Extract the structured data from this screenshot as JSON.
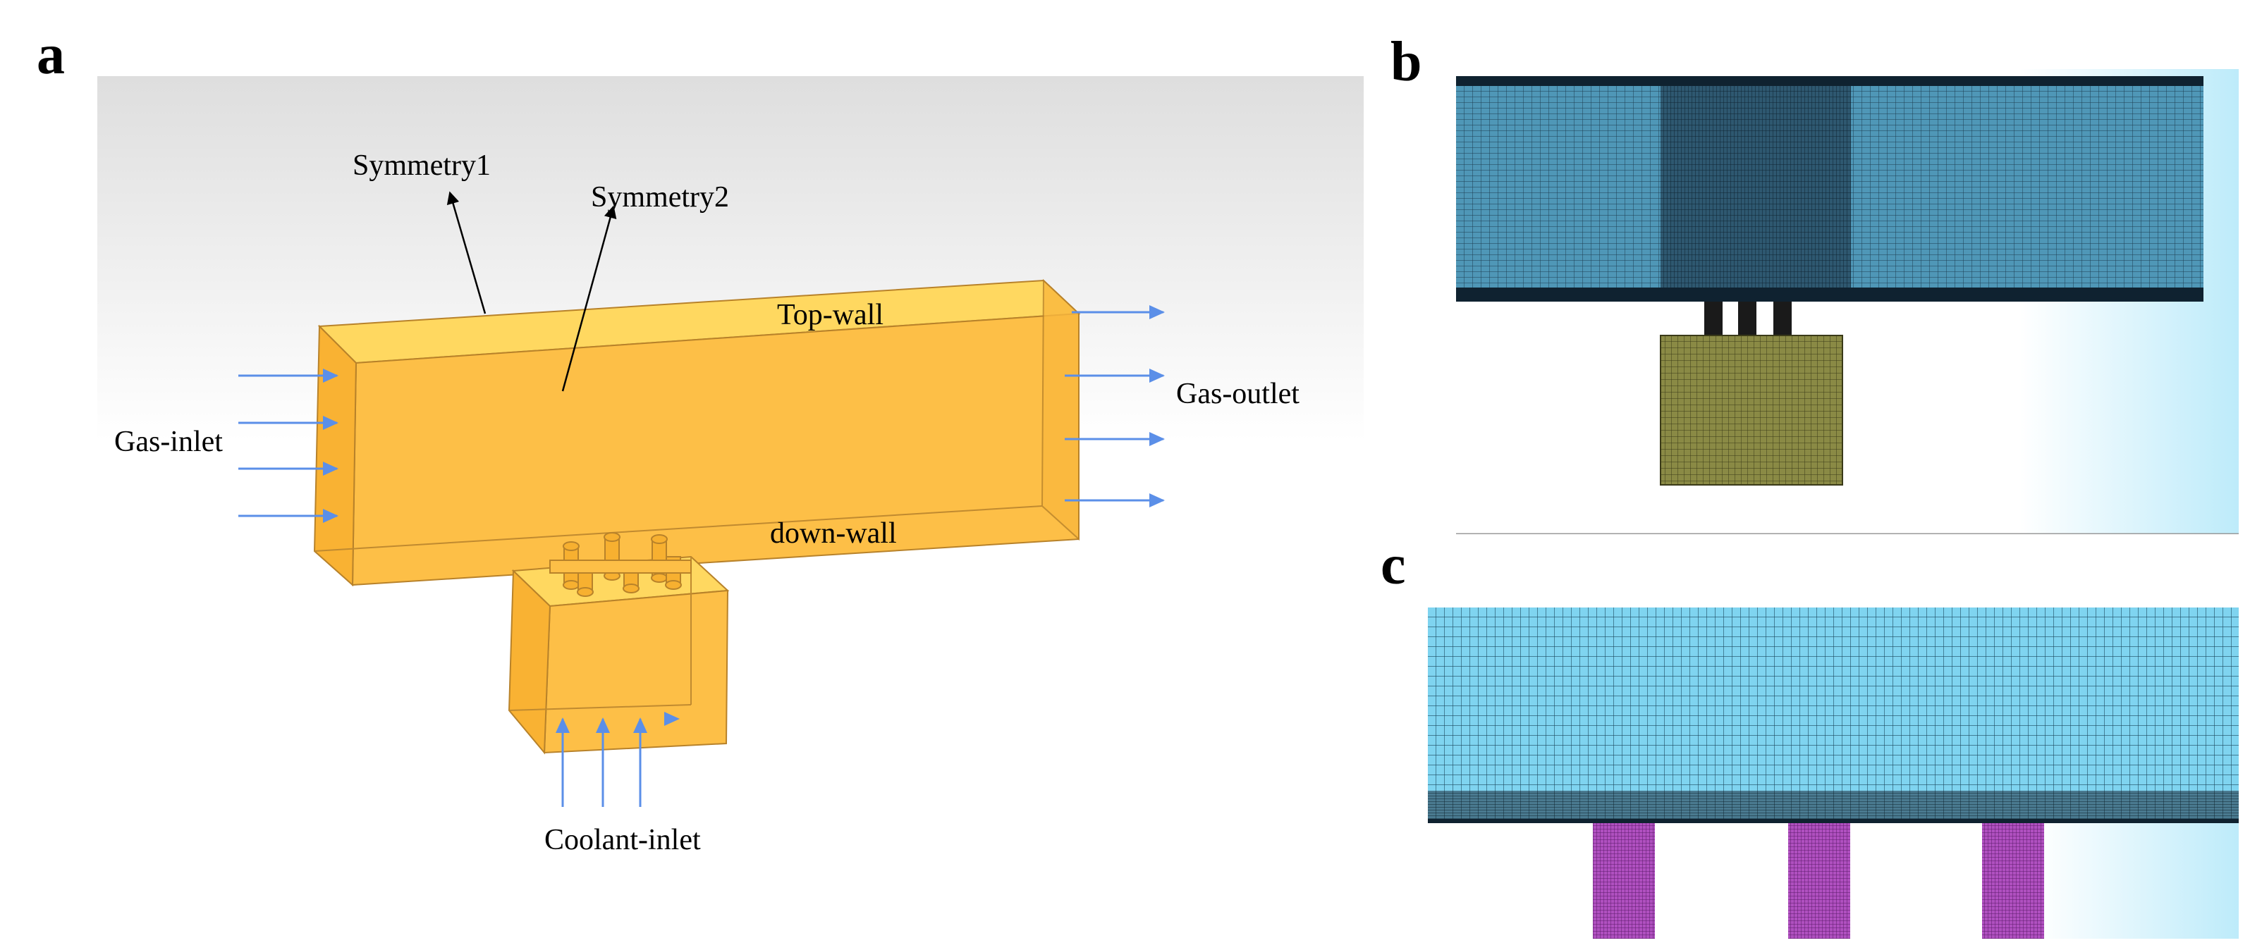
{
  "panels": {
    "a": {
      "letter": "a",
      "labels": {
        "symmetry1": "Symmetry1",
        "symmetry2": "Symmetry2",
        "top_wall": "Top-wall",
        "gas_outlet": "Gas-outlet",
        "gas_inlet": "Gas-inlet",
        "down_wall": "down-wall",
        "coolant_inlet": "Coolant-inlet"
      }
    },
    "b": {
      "letter": "b"
    },
    "c": {
      "letter": "c"
    }
  },
  "colors": {
    "geometry_fill": "#FDBF47",
    "geometry_edge": "#B8822A",
    "flow_arrow": "#5B8FE8",
    "mesh_channel": "#4A90B0",
    "mesh_plenum": "#7A7A40",
    "mesh_holes": "#A040B0",
    "mesh_background": "#7FD4F0"
  }
}
